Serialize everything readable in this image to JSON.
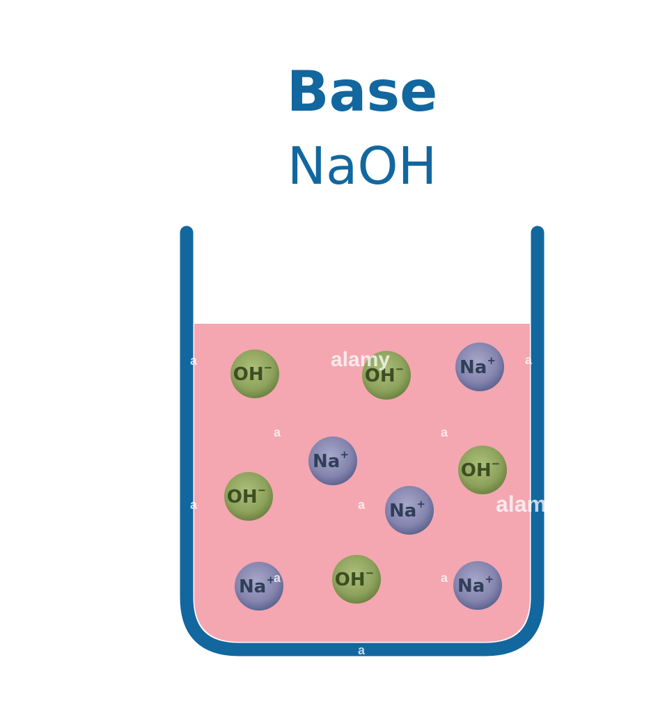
{
  "title": "Base",
  "formula": "NaOH",
  "watermark": "alamy",
  "colors": {
    "title": "#12679f",
    "beaker": "#12679f",
    "solution": "#f4a7b1",
    "na_ion": "#7f7ea8",
    "oh_ion": "#8aa05b"
  },
  "ions": [
    {
      "base": "OH",
      "charge": "−",
      "type": "oh"
    },
    {
      "base": "OH",
      "charge": "−",
      "type": "oh"
    },
    {
      "base": "Na",
      "charge": "+",
      "type": "na"
    },
    {
      "base": "Na",
      "charge": "+",
      "type": "na"
    },
    {
      "base": "OH",
      "charge": "−",
      "type": "oh"
    },
    {
      "base": "OH",
      "charge": "−",
      "type": "oh"
    },
    {
      "base": "Na",
      "charge": "+",
      "type": "na"
    },
    {
      "base": "Na",
      "charge": "+",
      "type": "na"
    },
    {
      "base": "OH",
      "charge": "−",
      "type": "oh"
    },
    {
      "base": "Na",
      "charge": "+",
      "type": "na"
    }
  ]
}
